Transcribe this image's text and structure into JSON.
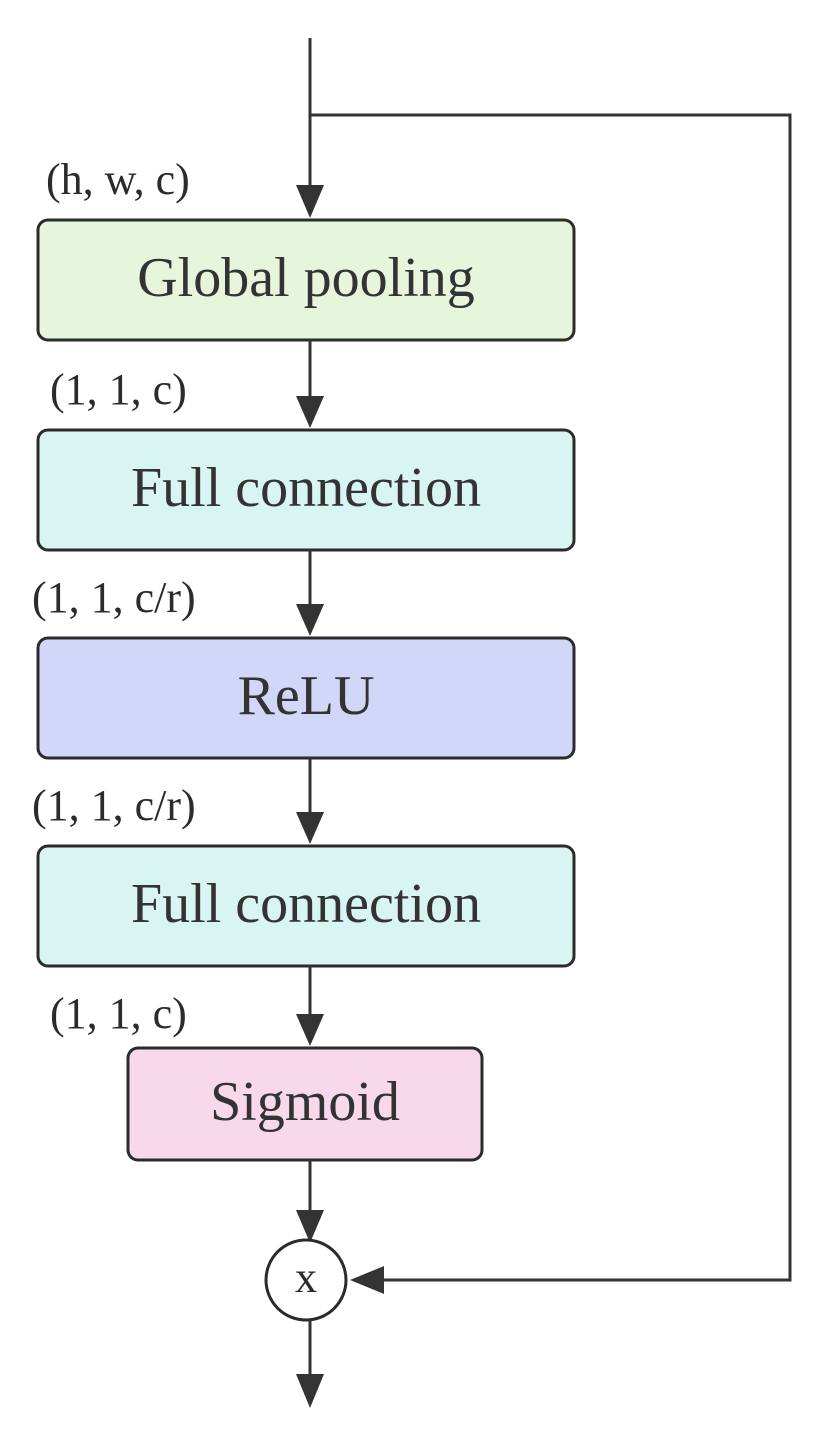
{
  "blocks": {
    "global_pooling": {
      "label": "Global pooling",
      "color": "#e6f5dc"
    },
    "full_connection_1": {
      "label": "Full connection",
      "color": "#d8f4f3"
    },
    "relu": {
      "label": "ReLU",
      "color": "#d2d6f7"
    },
    "full_connection_2": {
      "label": "Full connection",
      "color": "#d8f4f3"
    },
    "sigmoid": {
      "label": "Sigmoid",
      "color": "#f8d8eb"
    }
  },
  "dimensions": {
    "input": "(h, w, c)",
    "after_pooling": "(1, 1, c)",
    "after_fc1": "(1, 1, c/r)",
    "after_relu": "(1, 1, c/r)",
    "after_fc2": "(1, 1, c)"
  },
  "multiply": {
    "label": "x"
  }
}
